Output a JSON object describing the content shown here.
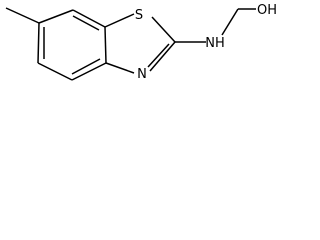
{
  "molecule": {
    "atoms": {
      "sulfur": "S",
      "ring_nitrogen": "N",
      "amine_nh": "NH",
      "hydroxyl": "OH"
    }
  },
  "colors": {
    "bond": "#000000",
    "label": "#000000",
    "background": "#ffffff"
  }
}
